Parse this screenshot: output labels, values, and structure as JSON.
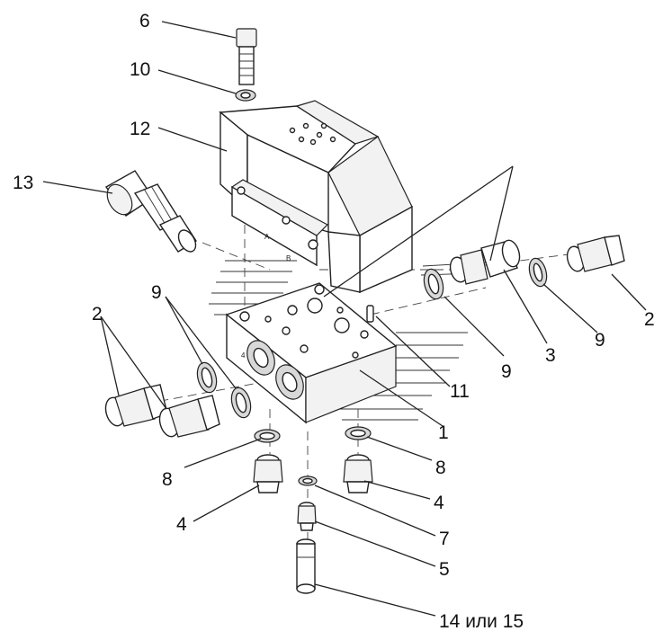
{
  "labels": {
    "l1": "1",
    "l2a": "2",
    "l2b": "2",
    "l3": "3",
    "l4a": "4",
    "l4b": "4",
    "l5": "5",
    "l6": "6",
    "l7": "7",
    "l8a": "8",
    "l8b": "8",
    "l9a": "9",
    "l9b": "9",
    "l9c": "9",
    "l10": "10",
    "l11": "11",
    "l12": "12",
    "l13": "13",
    "l14": "14 или 15"
  },
  "block_marks": {
    "mark_a": "A",
    "mark_b": "B",
    "mark_port": "4"
  }
}
